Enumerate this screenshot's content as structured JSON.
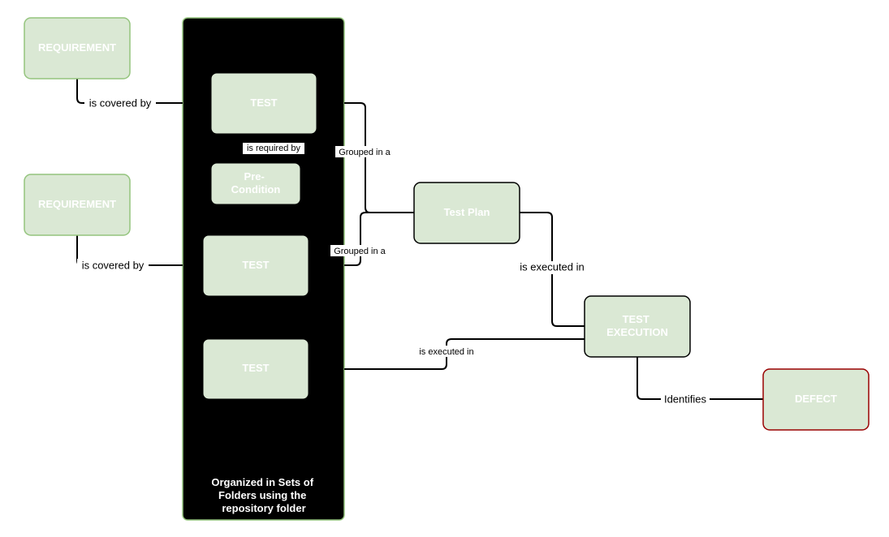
{
  "nodes": {
    "requirement_1": "REQUIREMENT",
    "requirement_2": "REQUIREMENT",
    "test_1": "TEST",
    "precondition": [
      "Pre-",
      "Condition"
    ],
    "test_2": "TEST",
    "test_3": "TEST",
    "test_plan": "Test Plan",
    "test_execution": [
      "TEST",
      "EXECUTION"
    ],
    "defect": "DEFECT",
    "repository_caption": [
      "Organized in Sets of",
      "Folders using the",
      "repository folder"
    ]
  },
  "edges": {
    "is_covered_by_1": "is covered by",
    "is_covered_by_2": "is covered by",
    "is_required_by": "is required by",
    "grouped_in_a_1": "Grouped in a",
    "grouped_in_a_2": "Grouped in a",
    "is_executed_in_plan": "is executed in",
    "is_executed_in_test": "is executed in",
    "identifies": "Identifies"
  },
  "colors": {
    "node_fill": "#dae8d4",
    "node_stroke": "#94c47d",
    "dark_stroke": "#000000",
    "defect_stroke": "#990000",
    "repository_fill": "#000000"
  }
}
